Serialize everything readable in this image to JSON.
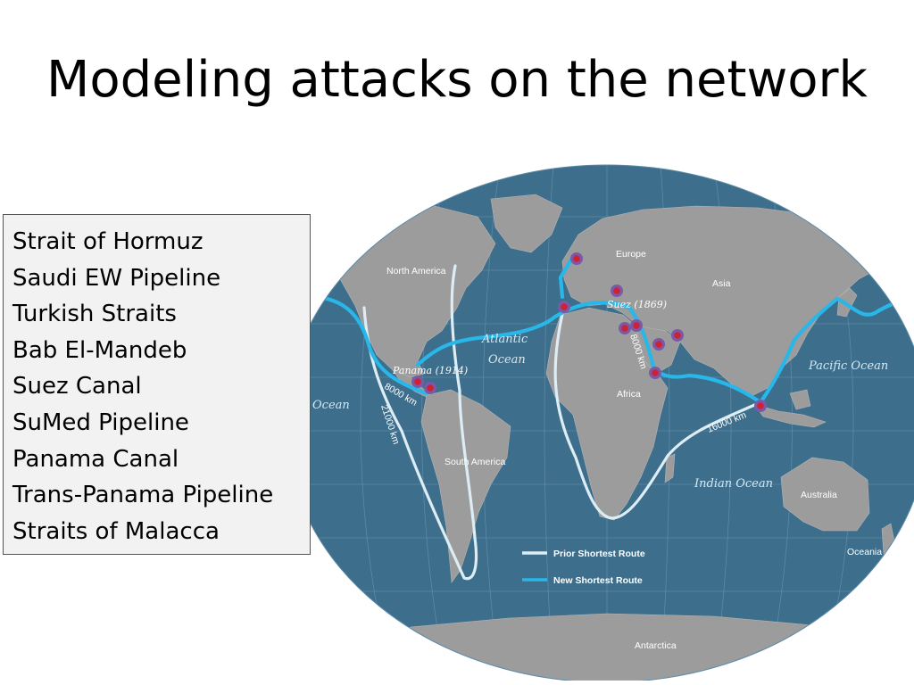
{
  "slide": {
    "title": "Modeling attacks on the network"
  },
  "chokepoints": [
    "Strait of Hormuz",
    "Saudi EW Pipeline",
    "Turkish Straits",
    "Bab El-Mandeb",
    "Suez Canal",
    "SuMed Pipeline",
    "Panama Canal",
    "Trans-Panama Pipeline",
    "Straits of Malacca"
  ],
  "map": {
    "continents": {
      "north_america": "North America",
      "south_america": "South America",
      "europe": "Europe",
      "asia": "Asia",
      "africa": "Africa",
      "australia": "Australia",
      "antarctica": "Antarctica",
      "oceania": "Oceania"
    },
    "oceans": {
      "atlantic_line1": "Atlantic",
      "atlantic_line2": "Ocean",
      "pacific_east": "Pacific Ocean",
      "pacific_west": "Ocean",
      "indian": "Indian Ocean"
    },
    "canals": {
      "suez": "Suez (1869)",
      "panama": "Panama (1914)"
    },
    "distances": {
      "panama_short": "8000 km",
      "cape_horn": "21000 km",
      "suez_short": "8000 km",
      "cape_good_hope": "16000 km"
    },
    "legend": {
      "prior": "Prior Shortest Route",
      "new": "New Shortest Route"
    },
    "colors": {
      "ocean": "#3d6e8c",
      "land": "#9c9c9c",
      "new_route": "#29b6e8",
      "prior_route": "#dcedf5",
      "attack_marker": "#cc2233"
    }
  }
}
